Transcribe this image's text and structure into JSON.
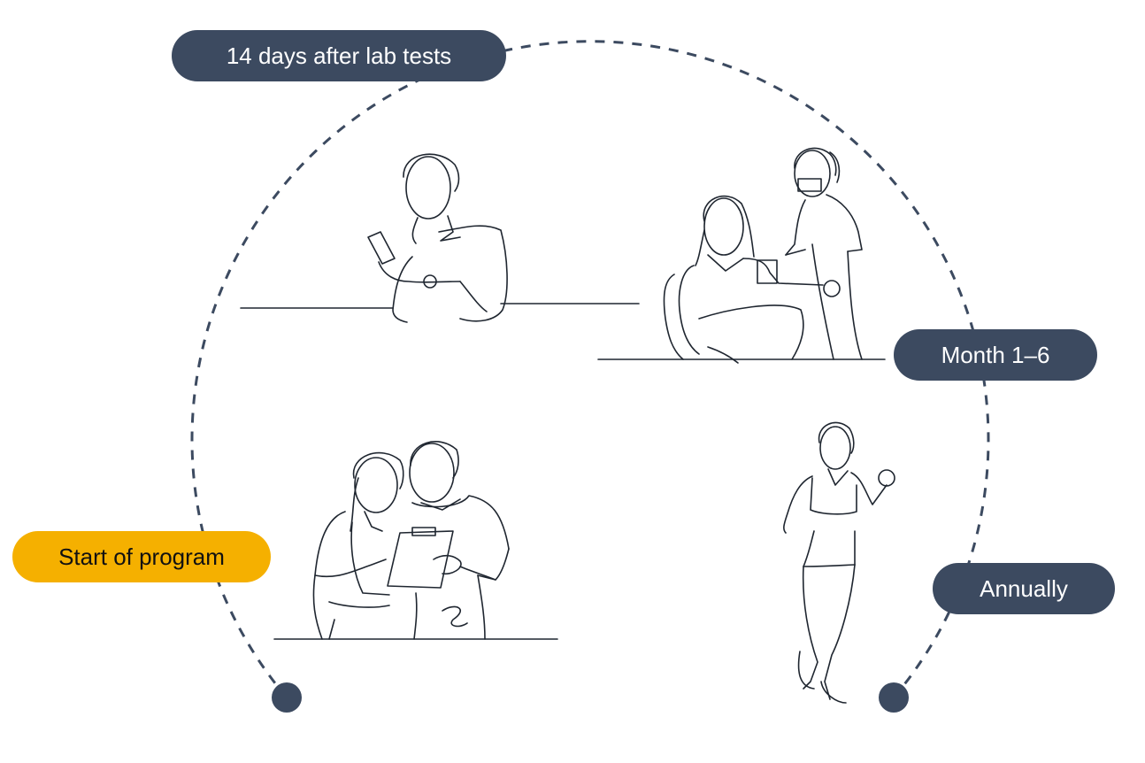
{
  "colors": {
    "dark": "#3c4a60",
    "accent": "#f5b000",
    "path": "#3c4a60"
  },
  "milestones": {
    "start": {
      "label": "Start of program",
      "state": "active"
    },
    "lab": {
      "label": "14 days after lab tests"
    },
    "month": {
      "label": "Month 1–6"
    },
    "annual": {
      "label": "Annually"
    }
  },
  "illustrations": [
    {
      "name": "couple-reviewing-clipboard-illustration"
    },
    {
      "name": "man-using-phone-illustration"
    },
    {
      "name": "nurse-checking-blood-pressure-illustration"
    },
    {
      "name": "woman-jogging-illustration"
    }
  ]
}
